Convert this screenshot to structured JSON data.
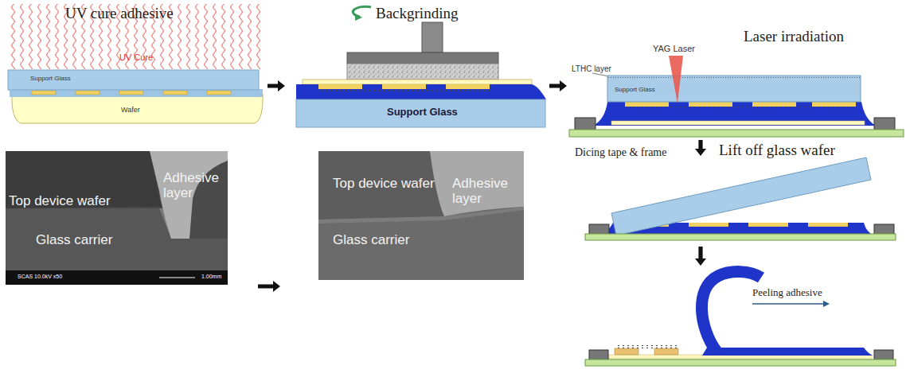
{
  "diagram": {
    "nodes": [
      {
        "text": [
          "UV cure adhesive",
          "UV Cure",
          "Support Glass",
          "Wafer"
        ]
      },
      {
        "text": [
          "Backgrinding",
          "Support Glass"
        ]
      },
      {
        "text": [
          "Laser irradiation",
          "LTHC layer",
          "YAG Laser",
          "Support Glass"
        ]
      },
      {
        "text": [
          "Lift off glass wafer"
        ]
      },
      {
        "text": [
          "Peeling adhesive"
        ]
      },
      {
        "text": [
          "Top device wafer",
          "Adhesive layer",
          "Glass carrier",
          "SCAS 10.0kV x50",
          "1.00mm"
        ]
      },
      {
        "text": [
          "Top device wafer",
          "Adhesive layer",
          "Glass carrier"
        ]
      }
    ],
    "edges": [
      {
        "from": 0,
        "to": 1,
        "arrow": "to"
      },
      {
        "from": 1,
        "to": 2,
        "arrow": "to"
      },
      {
        "from": 2,
        "to": 3,
        "arrow": "to"
      },
      {
        "from": 3,
        "to": 4,
        "arrow": "to"
      },
      {
        "from": 5,
        "to": 6,
        "arrow": "to"
      }
    ],
    "labels": [
      "Dicing tape & frame"
    ]
  }
}
